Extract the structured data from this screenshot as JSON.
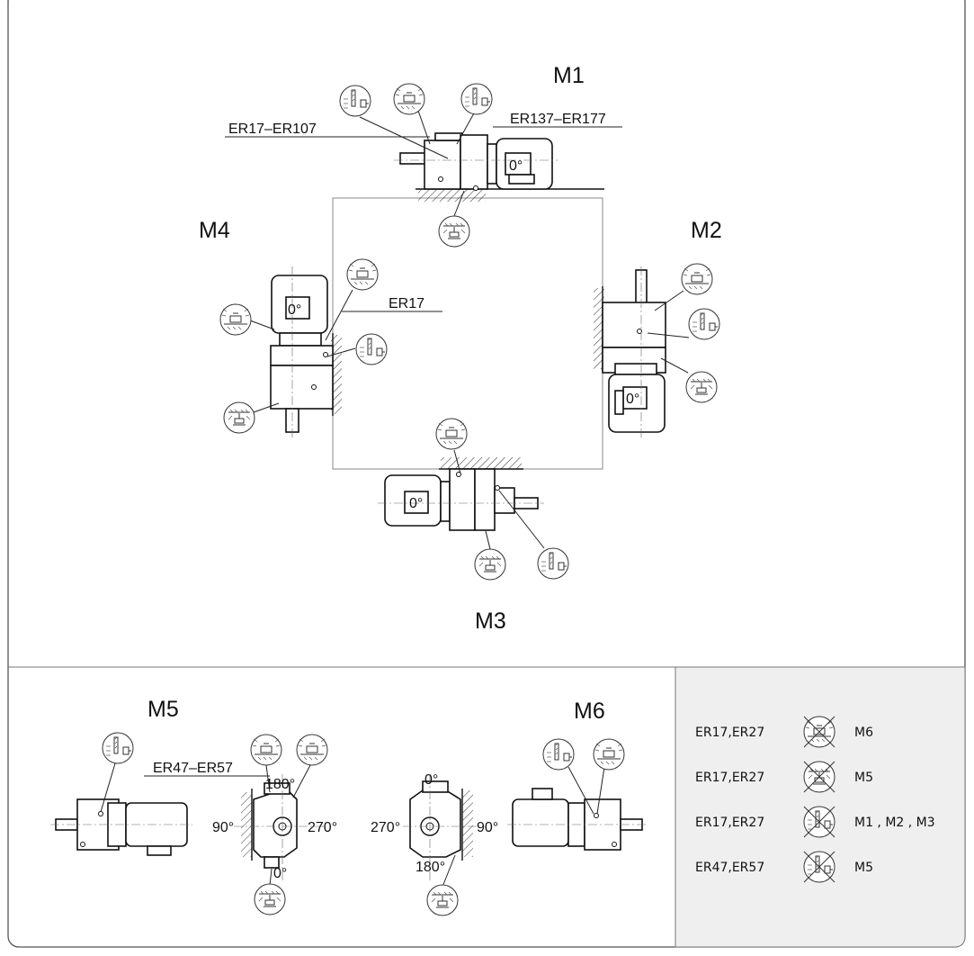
{
  "positions": {
    "m1": "M1",
    "m2": "M2",
    "m3": "M3",
    "m4": "M4",
    "m5": "M5",
    "m6": "M6"
  },
  "callouts": {
    "er17_er107": "ER17–ER107",
    "er137_er177": "ER137–ER177",
    "er17": "ER17",
    "er47_er57": "ER47–ER57"
  },
  "motor_terminal": "0°",
  "angles": {
    "m5": {
      "top": "180°",
      "left": "90°",
      "right": "270°",
      "bottom": "0°"
    },
    "m6": {
      "top": "0°",
      "left": "270°",
      "right": "90°",
      "bottom": "180°"
    }
  },
  "legend": [
    {
      "model": "ER17,ER27",
      "position": "M6"
    },
    {
      "model": "ER17,ER27",
      "position": "M5"
    },
    {
      "model": "ER17,ER27",
      "position": "M1 , M2 , M3"
    },
    {
      "model": "ER47,ER57",
      "position": "M5"
    }
  ],
  "colors": {
    "line": "#111111",
    "legend_bg": "#efefef",
    "frame": "#555555"
  }
}
